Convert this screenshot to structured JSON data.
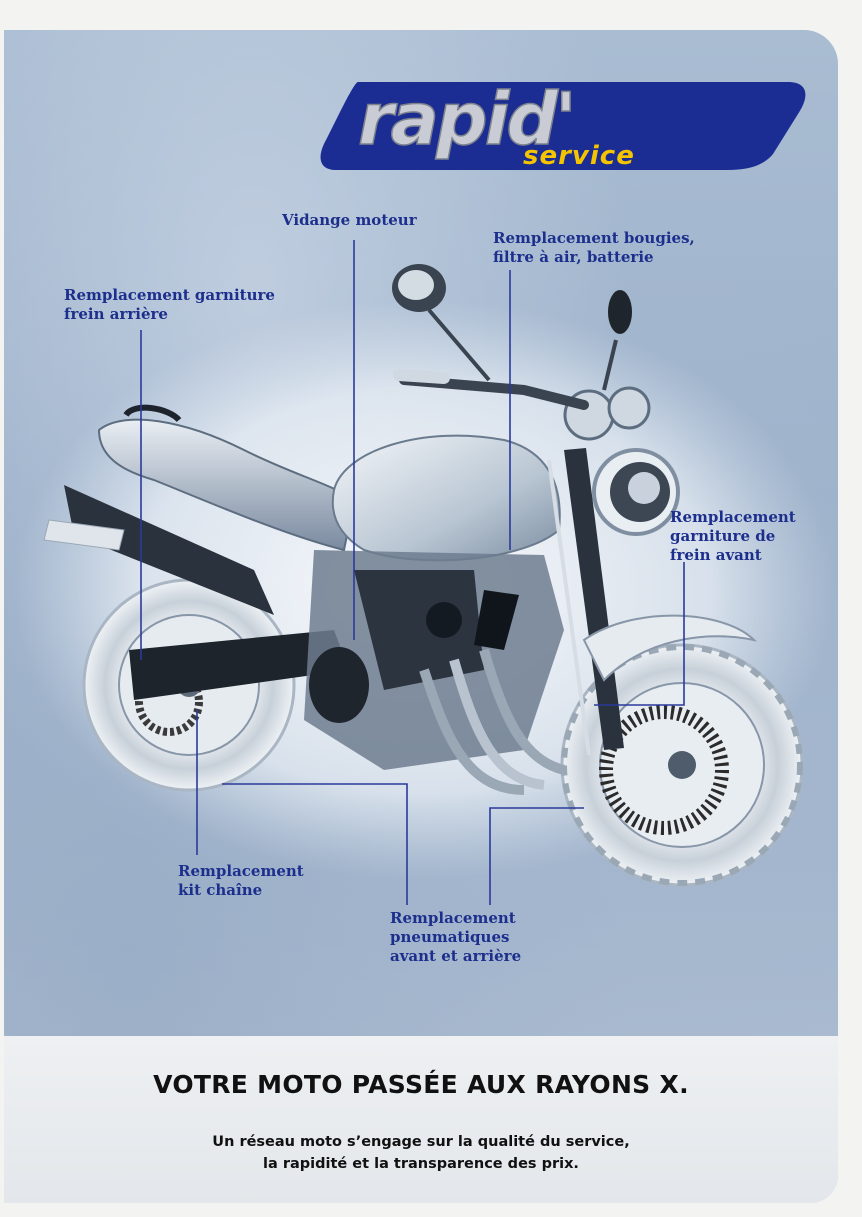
{
  "brand": {
    "logo_word": "rapid'",
    "logo_sub": "service",
    "colors": {
      "logo_navy": "#1b2d92",
      "logo_silver": "#c9ccd4",
      "logo_yellow": "#f5c400"
    }
  },
  "callouts": {
    "vidange": "Vidange moteur",
    "bougies": "Remplacement bougies,\nfiltre à air, batterie",
    "frein_arriere": "Remplacement garniture\nfrein arrière",
    "frein_avant": "Remplacement\ngarniture de\nfrein avant",
    "kit_chaine": "Remplacement\nkit chaîne",
    "pneumatiques": "Remplacement\npneumatiques\navant et arrière"
  },
  "footer": {
    "headline": "VOTRE MOTO PASSÉE AUX RAYONS X.",
    "subline": "Un réseau moto s’engage sur la qualité du service,\nla rapidité et la transparence des prix."
  },
  "colors": {
    "callout_text": "#1d2f8c",
    "leader_line": "#2a3a9c"
  }
}
